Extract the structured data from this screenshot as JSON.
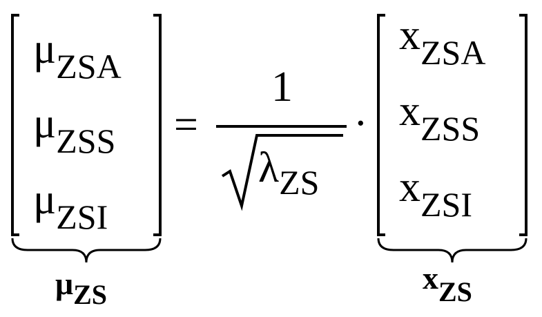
{
  "equation": {
    "lhs": {
      "rows": [
        {
          "symbol": "μ",
          "subscript": "ZSA"
        },
        {
          "symbol": "μ",
          "subscript": "ZSS"
        },
        {
          "symbol": "μ",
          "subscript": "ZSI"
        }
      ],
      "label": {
        "symbol": "μ",
        "subscript": "ZS"
      }
    },
    "equals": "=",
    "fraction": {
      "numerator": "1",
      "denominator": {
        "symbol": "λ",
        "subscript": "ZS"
      }
    },
    "operator": "·",
    "rhs": {
      "rows": [
        {
          "symbol": "x",
          "subscript": "ZSA"
        },
        {
          "symbol": "x",
          "subscript": "ZSS"
        },
        {
          "symbol": "x",
          "subscript": "ZSI"
        }
      ],
      "label": {
        "symbol": "x",
        "subscript": "ZS"
      }
    }
  }
}
